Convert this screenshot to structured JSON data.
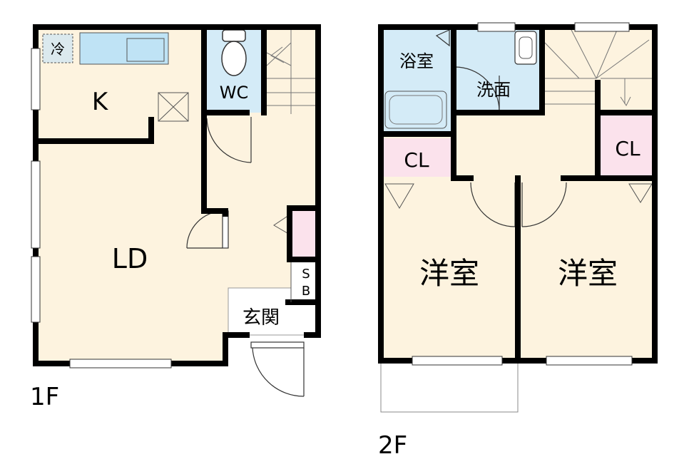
{
  "floors": {
    "first": {
      "floor_label": "1F",
      "rooms": {
        "kitchen": "K",
        "living_dining": "LD",
        "wc": "WC",
        "entrance": "玄関",
        "refrigerator": "冷",
        "shoe_box_s": "S",
        "shoe_box_b": "B"
      }
    },
    "second": {
      "floor_label": "2F",
      "rooms": {
        "bathroom": "浴室",
        "washroom": "洗面",
        "closet_left": "CL",
        "closet_right": "CL",
        "western_room_left": "洋室",
        "western_room_right": "洋室"
      }
    }
  },
  "colors": {
    "floor": "#fdf3df",
    "wet_area": "#d4ebf7",
    "closet": "#fbe2ec",
    "counter": "#bfe3f5",
    "wall": "#000000"
  }
}
